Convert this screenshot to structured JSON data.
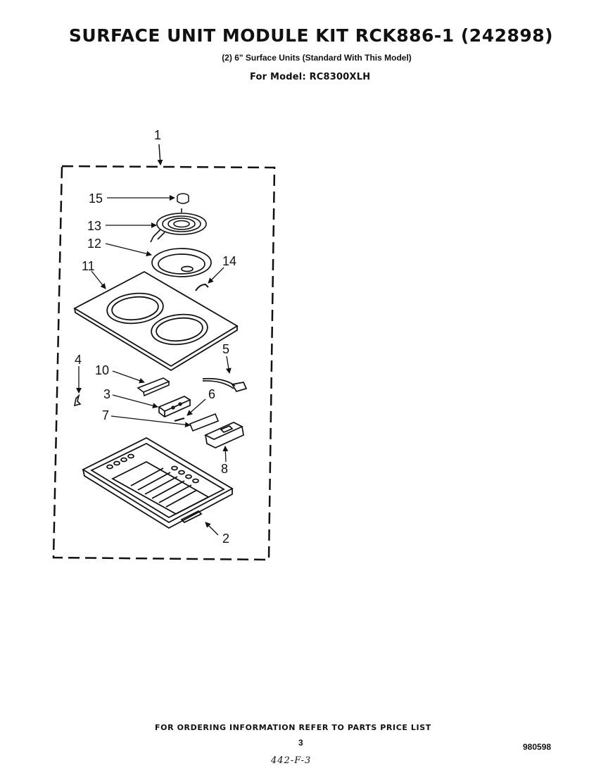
{
  "header": {
    "title": "SURFACE UNIT MODULE KIT RCK886-1 (242898)",
    "subtitle": "(2) 6\" Surface Units (Standard With This Model)",
    "model": "For Model: RC8300XLH"
  },
  "callouts": [
    {
      "id": "1",
      "label": "1"
    },
    {
      "id": "15",
      "label": "15"
    },
    {
      "id": "13",
      "label": "13"
    },
    {
      "id": "12",
      "label": "12"
    },
    {
      "id": "11",
      "label": "11"
    },
    {
      "id": "14",
      "label": "14"
    },
    {
      "id": "4",
      "label": "4"
    },
    {
      "id": "10",
      "label": "10"
    },
    {
      "id": "5",
      "label": "5"
    },
    {
      "id": "3",
      "label": "3"
    },
    {
      "id": "6",
      "label": "6"
    },
    {
      "id": "7",
      "label": "7"
    },
    {
      "id": "8",
      "label": "8"
    },
    {
      "id": "2",
      "label": "2"
    }
  ],
  "footer": {
    "ordering_info": "FOR ORDERING INFORMATION REFER TO PARTS PRICE LIST",
    "page_number": "3",
    "doc_code": "980598",
    "handwritten": "442-F-3"
  }
}
